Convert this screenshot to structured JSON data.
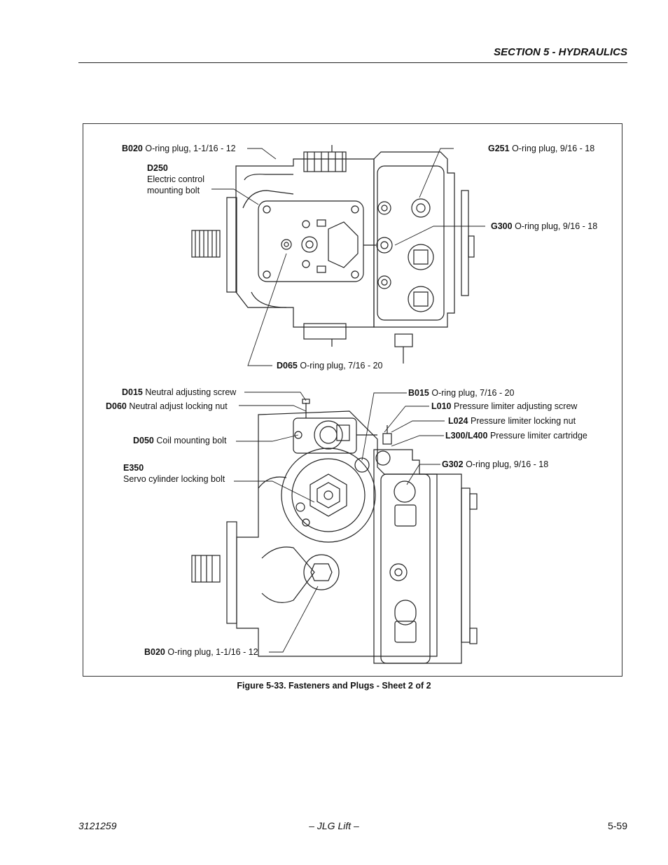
{
  "header": {
    "section": "SECTION 5 - HYDRAULICS"
  },
  "figure": {
    "caption": "Figure 5-33.  Fasteners and Plugs - Sheet 2 of 2",
    "labels": {
      "b020_top_code": "B020",
      "b020_top_text": "O-ring plug, 1-1/16 - 12",
      "d250_code": "D250",
      "d250_line1": "Electric control",
      "d250_line2": "mounting bolt",
      "g251_code": "G251",
      "g251_text": "O-ring plug, 9/16 - 18",
      "g300_code": "G300",
      "g300_text": "O-ring plug, 9/16 - 18",
      "d065_code": "D065",
      "d065_text": "O-ring plug, 7/16 - 20",
      "d015_code": "D015",
      "d015_text": "Neutral adjusting screw",
      "d060_code": "D060",
      "d060_text": "Neutral adjust locking nut",
      "d050_code": "D050",
      "d050_text": "Coil mounting bolt",
      "e350_code": "E350",
      "e350_text": "Servo cylinder locking bolt",
      "b015_code": "B015",
      "b015_text": "O-ring plug, 7/16 - 20",
      "l010_code": "L010",
      "l010_text": "Pressure limiter adjusting screw",
      "l024_code": "L024",
      "l024_text": "Pressure limiter locking nut",
      "l300_code": "L300/L400",
      "l300_text": "Pressure limiter cartridge",
      "g302_code": "G302",
      "g302_text": "O-ring plug, 9/16 - 18",
      "b020_bot_code": "B020",
      "b020_bot_text": "O-ring plug, 1-1/16 - 12"
    }
  },
  "footer": {
    "doc_number": "3121259",
    "center": "– JLG Lift –",
    "page": "5-59"
  }
}
